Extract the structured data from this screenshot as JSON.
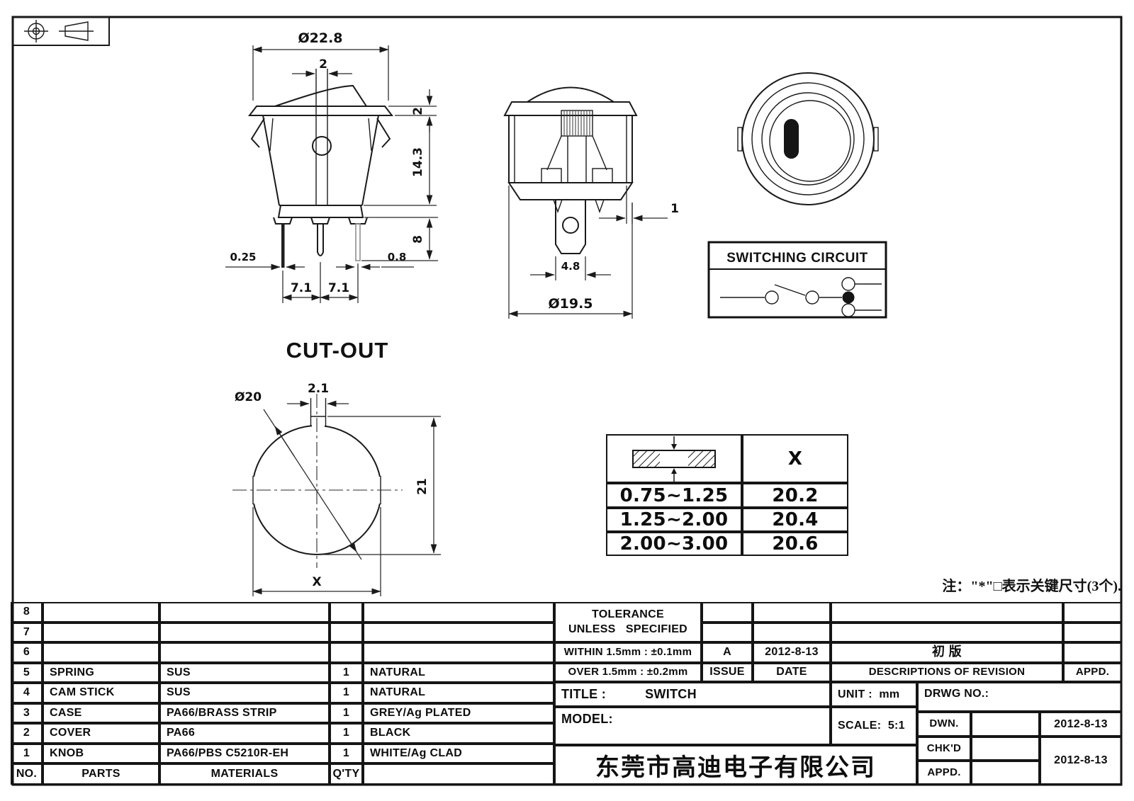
{
  "sheet": {
    "background": "#ffffff",
    "line_color": "#1a1a1a"
  },
  "projection_symbol": {
    "name": "first-angle-projection-symbol"
  },
  "front_view": {
    "dims": {
      "diameter": "Ø22.8",
      "actuator_width": "2",
      "flange_thickness": "2",
      "body_height": "14.3",
      "terminal_length": "8",
      "terminal_thin": "0.25",
      "terminal_wide": "0.8",
      "pitch_left": "7.1",
      "pitch_right": "7.1"
    }
  },
  "side_view": {
    "dims": {
      "rim_thickness": "1",
      "terminal_width": "4.8",
      "body_diameter": "Ø19.5"
    }
  },
  "cutout_view": {
    "title": "CUT-OUT",
    "dims": {
      "diameter": "Ø20",
      "slot_width": "2.1",
      "height": "21",
      "width": "X"
    }
  },
  "circuit_box": {
    "title": "SWITCHING CIRCUIT"
  },
  "panel_table": {
    "col_header": "X",
    "rows": [
      {
        "thickness": "0.75~1.25",
        "x": "20.2"
      },
      {
        "thickness": "1.25~2.00",
        "x": "20.4"
      },
      {
        "thickness": "2.00~3.00",
        "x": "20.6"
      }
    ]
  },
  "note": "注：\"*\"□表示关键尺寸(3个).",
  "parts_table": {
    "footer": {
      "no": "NO.",
      "parts": "PARTS",
      "materials": "MATERIALS",
      "qty": "Q'TY",
      "color": ""
    },
    "rows": [
      {
        "no": "8",
        "part": "",
        "material": "",
        "qty": "",
        "color": ""
      },
      {
        "no": "7",
        "part": "",
        "material": "",
        "qty": "",
        "color": ""
      },
      {
        "no": "6",
        "part": "",
        "material": "",
        "qty": "",
        "color": ""
      },
      {
        "no": "5",
        "part": "SPRING",
        "material": "SUS",
        "qty": "1",
        "color": "NATURAL"
      },
      {
        "no": "4",
        "part": "CAM STICK",
        "material": "SUS",
        "qty": "1",
        "color": "NATURAL"
      },
      {
        "no": "3",
        "part": "CASE",
        "material": "PA66/BRASS STRIP",
        "qty": "1",
        "color": "GREY/Ag PLATED"
      },
      {
        "no": "2",
        "part": "COVER",
        "material": "PA66",
        "qty": "1",
        "color": "BLACK"
      },
      {
        "no": "1",
        "part": "KNOB",
        "material": "PA66/PBS C5210R-EH",
        "qty": "1",
        "color": "WHITE/Ag CLAD"
      }
    ]
  },
  "title_block": {
    "tolerance_line1": "TOLERANCE",
    "tolerance_line2": "UNLESS   SPECIFIED",
    "within": "WITHIN 1.5mm : ±0.1mm",
    "over": "OVER 1.5mm : ±0.2mm",
    "issue_value": "A",
    "issue_label": "ISSUE",
    "date_value": "2012-8-13",
    "date_label": "DATE",
    "revision_desc": "初 版",
    "revision_label": "DESCRIPTIONS OF REVISION",
    "appd_label": "APPD.",
    "title_label": "TITLE :",
    "title_value": "SWITCH",
    "model_label": "MODEL:",
    "unit": "UNIT :  mm",
    "scale": "SCALE:  5:1",
    "drwg": "DRWG NO.:",
    "dwn_label": "DWN.",
    "dwn_date": "2012-8-13",
    "chkd_label": "CHK'D",
    "appd_row_label": "APPD.",
    "chk_appd_date": "2012-8-13",
    "company": "东莞市高迪电子有限公司"
  }
}
